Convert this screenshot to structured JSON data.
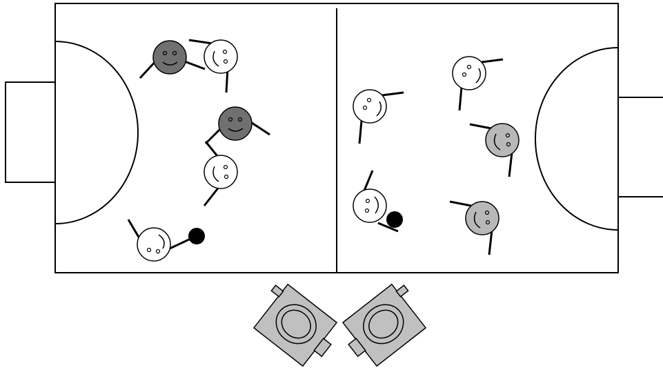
{
  "colors": {
    "line": "#000000",
    "background": "#ffffff",
    "team_white": "#ffffff",
    "team_dark": "#707070",
    "team_mid": "#b8b8b8",
    "ball": "#000000",
    "camera_body": "#c0c0c0"
  },
  "court": {
    "left_half": "left-half",
    "right_half": "right-half"
  },
  "players": [
    {
      "id": "dark-1",
      "team": "dark"
    },
    {
      "id": "white-1",
      "team": "white"
    },
    {
      "id": "dark-2",
      "team": "dark"
    },
    {
      "id": "white-2",
      "team": "white"
    },
    {
      "id": "white-3",
      "team": "white"
    },
    {
      "id": "white-4",
      "team": "white"
    },
    {
      "id": "white-5",
      "team": "white"
    },
    {
      "id": "white-6",
      "team": "white"
    },
    {
      "id": "mid-1",
      "team": "mid"
    },
    {
      "id": "mid-2",
      "team": "mid"
    }
  ],
  "balls": [
    {
      "id": "ball-left"
    },
    {
      "id": "ball-right"
    }
  ],
  "cameras": [
    {
      "id": "camera-left",
      "icon": "camera-icon"
    },
    {
      "id": "camera-right",
      "icon": "camera-icon"
    }
  ]
}
